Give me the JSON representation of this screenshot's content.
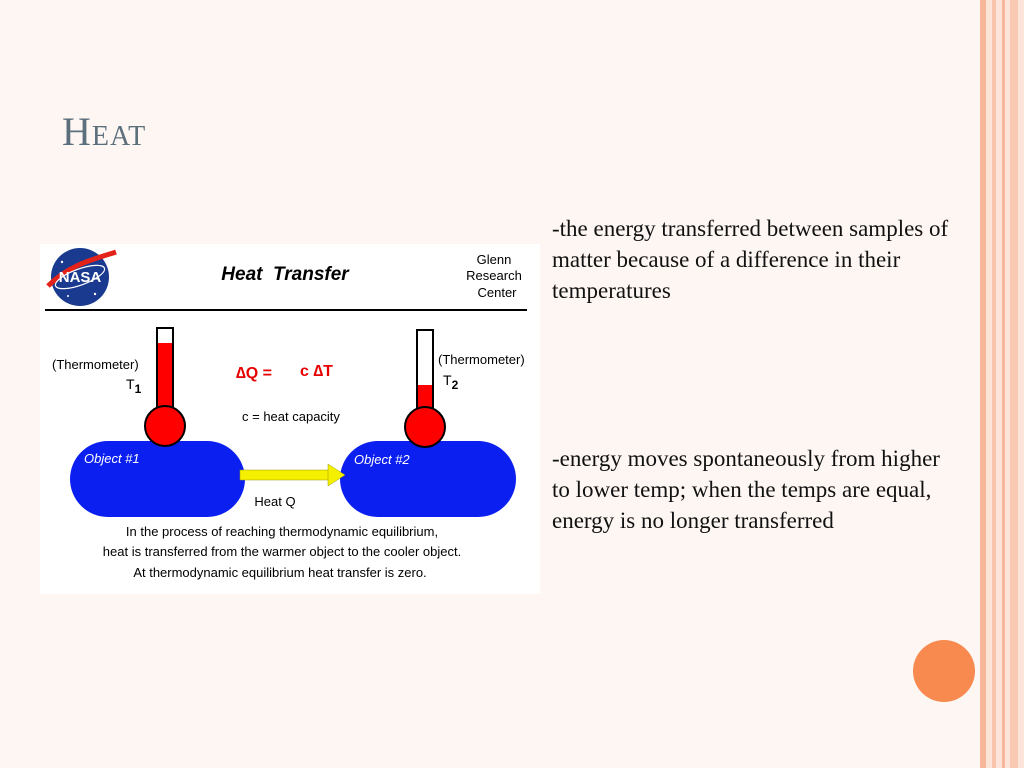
{
  "slide": {
    "title": "Heat",
    "bullets": [
      "-the energy transferred between samples of matter because of a difference in their temperatures",
      "-energy moves spontaneously from higher to lower temp; when the temps are equal, energy is no longer transferred"
    ]
  },
  "figure": {
    "logo_text": "NASA",
    "heading": "Heat  Transfer",
    "org_lines": [
      "Glenn",
      "Research",
      "Center"
    ],
    "thermometer_label": "(Thermometer)",
    "t1_main": "T",
    "t1_sub": "1",
    "t2_main": "T",
    "t2_sub": "2",
    "equation_left": "∆Q =",
    "equation_right": "c ∆T",
    "c_definition": "c = heat capacity",
    "object1": "Object #1",
    "object2": "Object #2",
    "flow_label": "Heat Q",
    "caption": [
      "In the process of reaching thermodynamic equilibrium,",
      "heat is transferred from the warmer object to the cooler object.",
      "At thermodynamic equilibrium heat transfer is zero."
    ],
    "thermometer1_fill": 0.85,
    "thermometer2_fill": 0.45
  },
  "theme": {
    "title_color": "#5c6f7d",
    "object_color": "#0b1ff0",
    "arrow_color": "#f5f000",
    "mercury_color": "#ff0000",
    "equation_color": "#e60000",
    "accent_orb": "#f98a4f"
  }
}
